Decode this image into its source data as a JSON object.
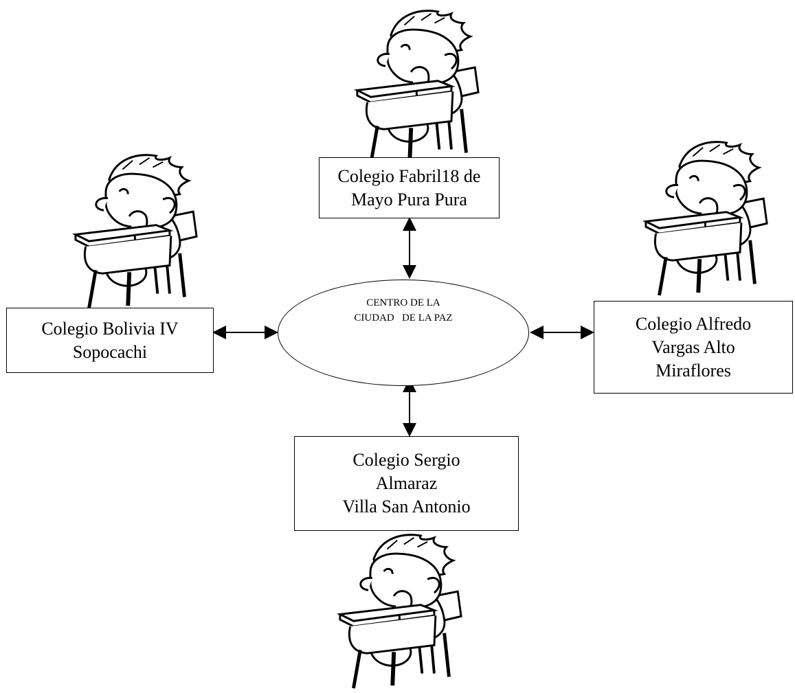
{
  "center": {
    "line1": "CENTRO DE LA",
    "line2": "CIUDAD   DE LA PAZ"
  },
  "schools": {
    "top": {
      "line1": "Colegio Fabril18 de",
      "line2": "Mayo Pura Pura"
    },
    "left": {
      "line1": "Colegio Bolivia IV",
      "line2": "Sopocachi"
    },
    "right": {
      "line1": "Colegio Alfredo",
      "line2": "Vargas Alto",
      "line3": "Miraflores"
    },
    "bottom": {
      "line1": "Colegio Sergio",
      "line2": "Almaraz",
      "line3": "Villa San Antonio"
    }
  },
  "icons": [
    "student-at-desk-icon",
    "double-arrow-icon"
  ]
}
